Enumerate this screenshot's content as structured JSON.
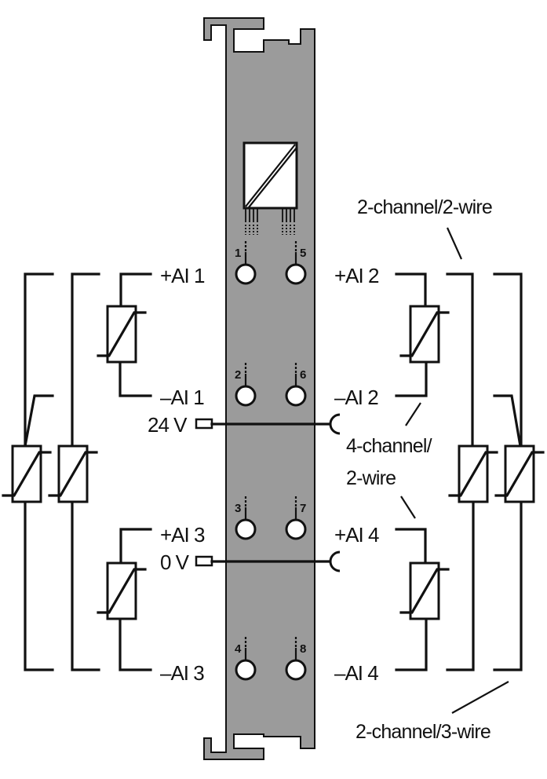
{
  "title": "Analog input module wiring diagram",
  "colors": {
    "module_fill": "#9b9b9b",
    "line": "#111111",
    "background": "#ffffff"
  },
  "module": {
    "converter_icon": "ad-converter-icon",
    "pins": [
      {
        "number": "1",
        "signal": "+AI 1"
      },
      {
        "number": "2",
        "signal": "-AI 1"
      },
      {
        "number": "3",
        "signal": "+AI 3"
      },
      {
        "number": "4",
        "signal": "-AI 3"
      },
      {
        "number": "5",
        "signal": "+AI 2"
      },
      {
        "number": "6",
        "signal": "-AI 2"
      },
      {
        "number": "7",
        "signal": "+AI 4"
      },
      {
        "number": "8",
        "signal": "-AI 4"
      }
    ]
  },
  "labels": {
    "ai1_plus": "+AI 1",
    "ai1_minus": "–AI 1",
    "ai2_plus": "+AI 2",
    "ai2_minus": "–AI 2",
    "ai3_plus": "+AI 3",
    "ai3_minus": "–AI 3",
    "ai4_plus": "+AI 4",
    "ai4_minus": "–AI 4",
    "supply_24v": "24 V",
    "supply_0v": "0 V"
  },
  "annotations": {
    "two_channel_two_wire": "2-channel/2-wire",
    "four_channel_line1": "4-channel/",
    "four_channel_line2": "2-wire",
    "two_channel_three_wire": "2-channel/3-wire"
  }
}
